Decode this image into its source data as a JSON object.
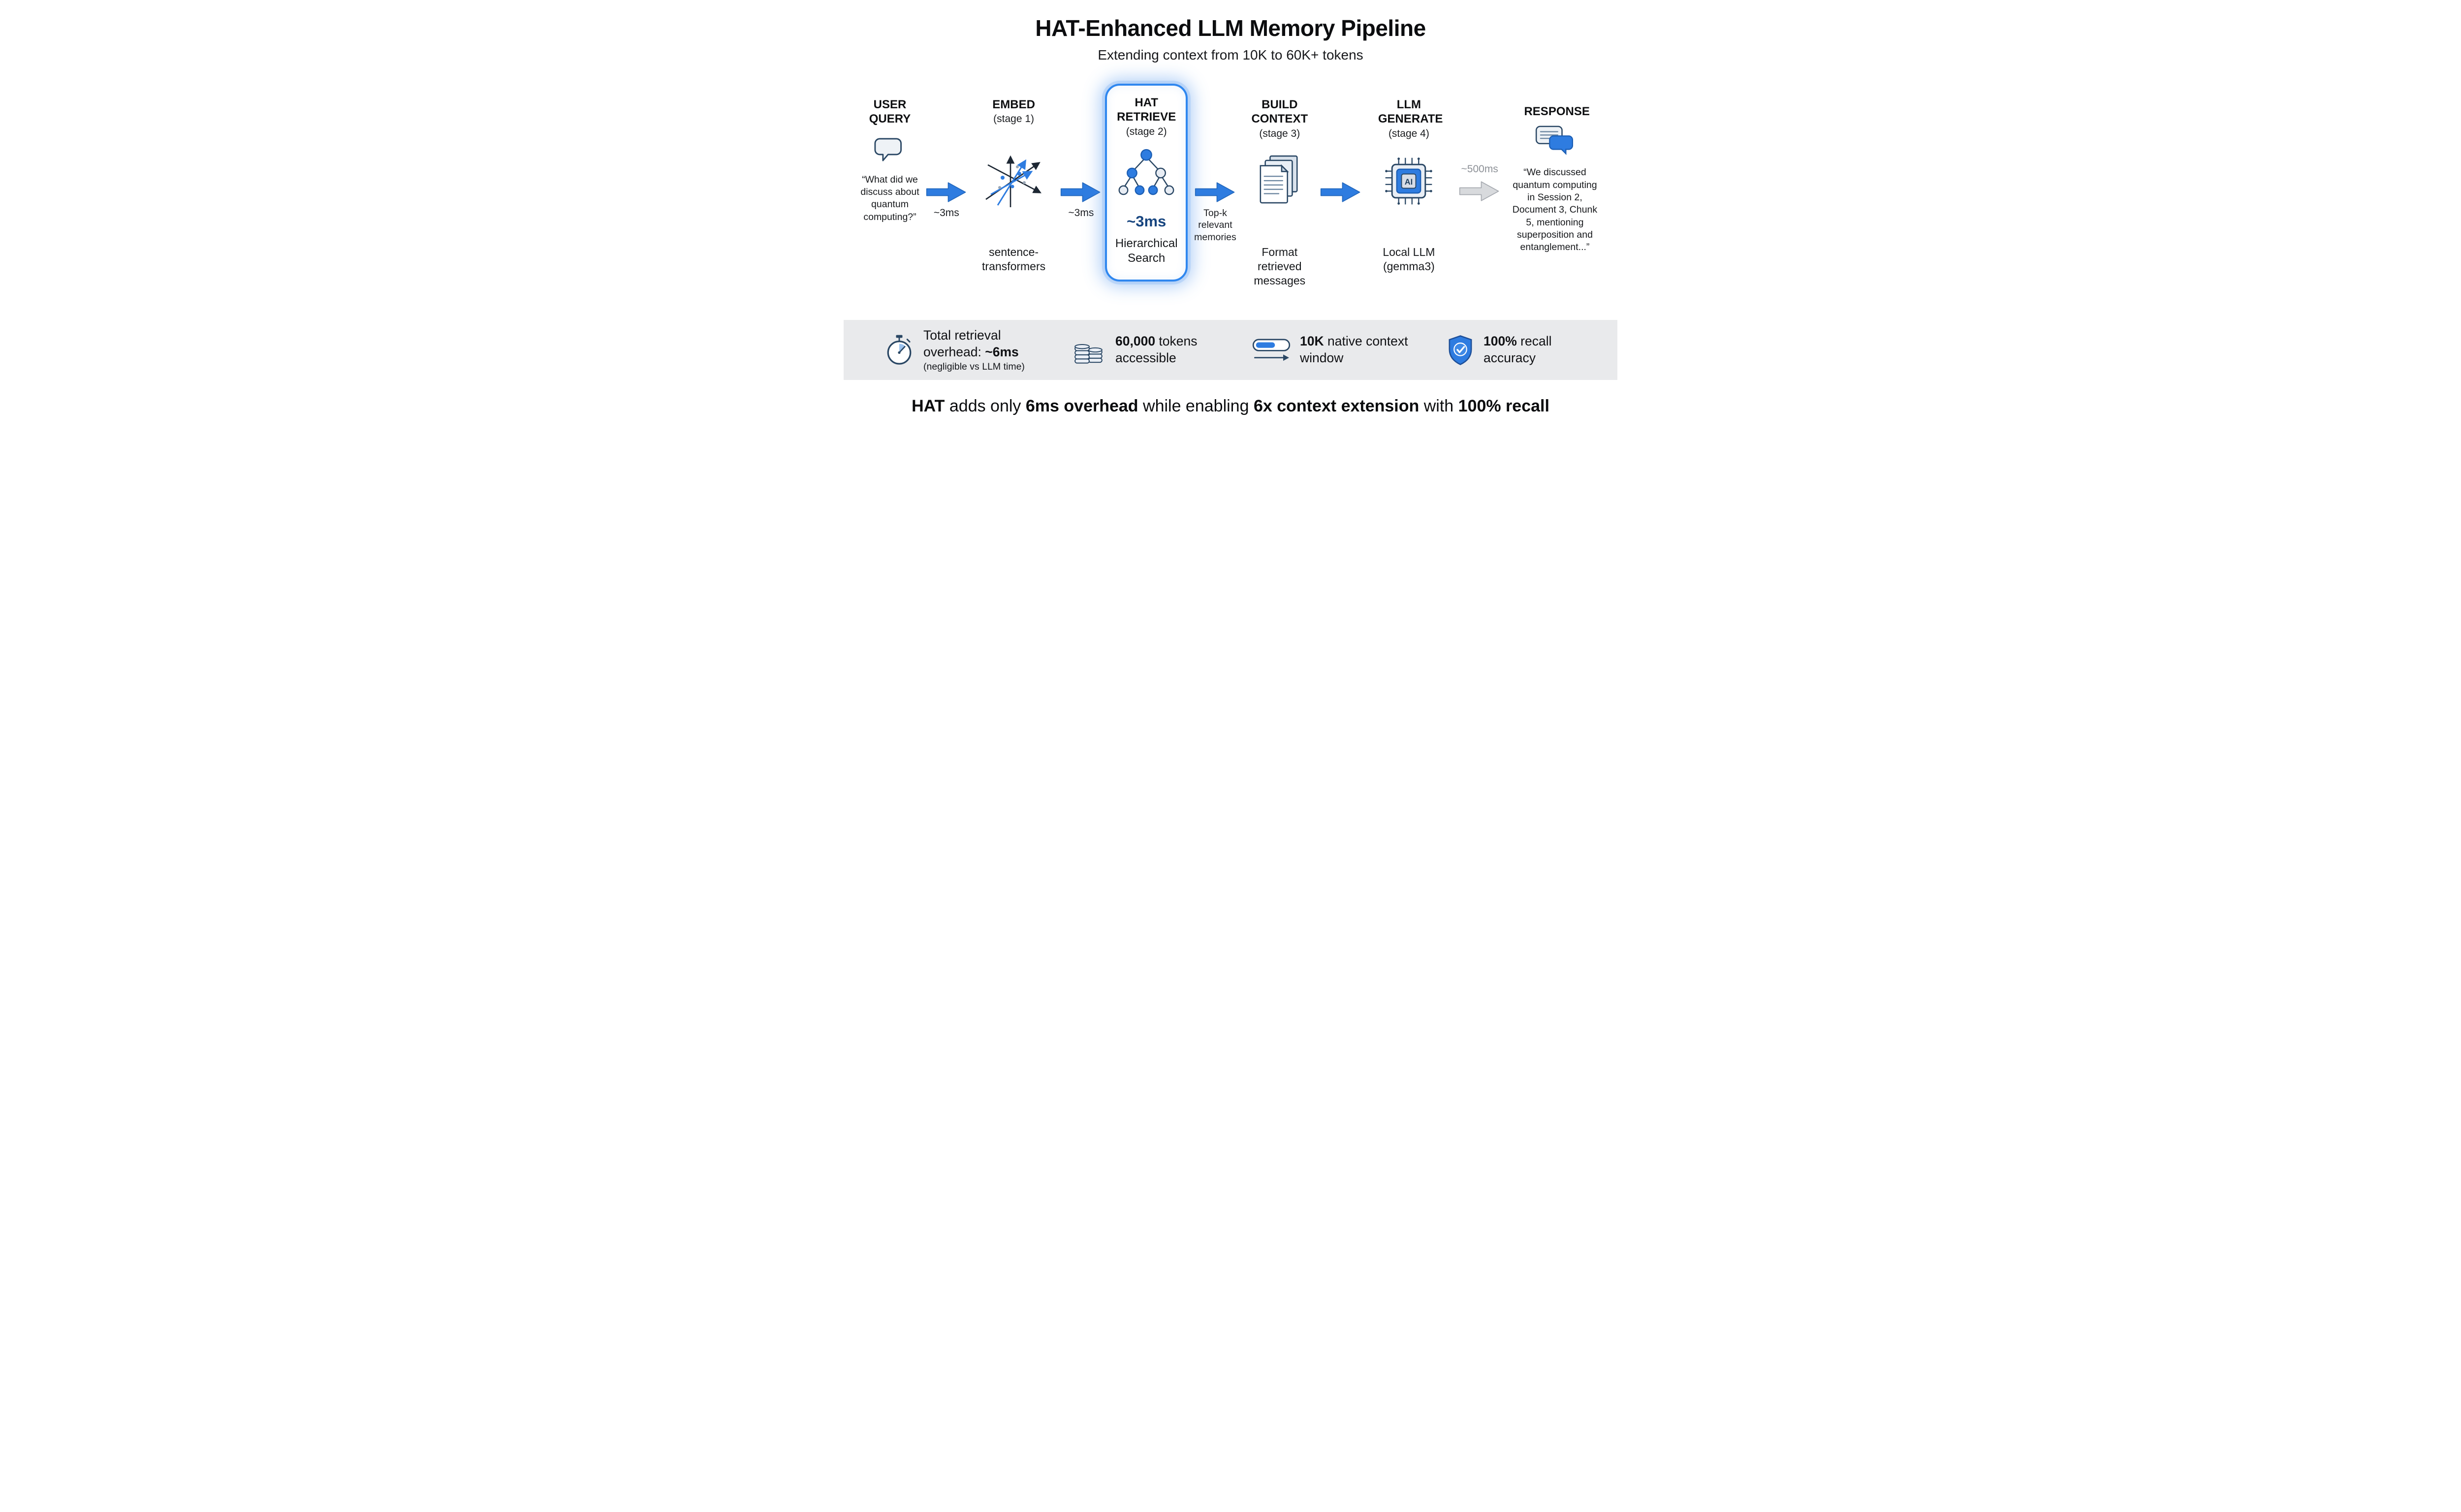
{
  "header": {
    "title": "HAT-Enhanced LLM Memory Pipeline",
    "subtitle": "Extending context from 10K to 60K+ tokens"
  },
  "pipeline": {
    "stages": [
      {
        "name": "USER QUERY",
        "icon": "speech-bubble-icon",
        "caption": "“What did we discuss about quantum computing?”"
      },
      {
        "name": "EMBED",
        "stage_label": "(stage 1)",
        "icon": "vector-embedding-icon",
        "sub": "sentence-transformers"
      },
      {
        "name": "HAT RETRIEVE",
        "stage_label": "(stage 2)",
        "icon": "hierarchy-tree-icon",
        "timing": "~3ms",
        "sub": "Hierarchical Search",
        "highlighted": true
      },
      {
        "name": "BUILD CONTEXT",
        "stage_label": "(stage 3)",
        "icon": "documents-icon",
        "sub": "Format retrieved messages"
      },
      {
        "name": "LLM GENERATE",
        "stage_label": "(stage 4)",
        "icon": "ai-chip-icon",
        "sub": "Local LLM (gemma3)"
      },
      {
        "name": "RESPONSE",
        "icon": "chat-bubbles-icon",
        "caption": "“We discussed quantum computing in Session 2, Document 3, Chunk 5, mentioning superposition and entanglement...”"
      }
    ],
    "arrows": [
      {
        "label": "~3ms",
        "label_position": "below",
        "color": "blue"
      },
      {
        "label": "~3ms",
        "label_position": "below",
        "color": "blue"
      },
      {
        "label": "Top-k relevant memories",
        "label_position": "below",
        "color": "blue"
      },
      {
        "label": "",
        "label_position": "none",
        "color": "blue"
      },
      {
        "label": "~500ms",
        "label_position": "above",
        "color": "gray"
      }
    ]
  },
  "stats": {
    "items": [
      {
        "icon": "stopwatch-icon",
        "prefix": "Total retrieval overhead: ",
        "bold": "~6ms",
        "note": "(negligible vs LLM time)"
      },
      {
        "icon": "token-stack-icon",
        "bold": "60,000",
        "rest": " tokens accessible"
      },
      {
        "icon": "context-window-icon",
        "bold": "10K",
        "rest": " native context window"
      },
      {
        "icon": "shield-check-icon",
        "bold": "100%",
        "rest": " recall accuracy"
      }
    ]
  },
  "footer": {
    "parts": [
      {
        "text": "HAT",
        "bold": true
      },
      {
        "text": " adds only ",
        "bold": false
      },
      {
        "text": "6ms overhead",
        "bold": true
      },
      {
        "text": " while enabling ",
        "bold": false
      },
      {
        "text": "6x context extension",
        "bold": true
      },
      {
        "text": " with ",
        "bold": false
      },
      {
        "text": "100% recall",
        "bold": true
      }
    ]
  },
  "colors": {
    "accent_blue": "#2e7ce0",
    "icon_navy": "#2a4764",
    "highlight_border": "#2f87ef",
    "stats_background": "#e9eaec",
    "gray_arrow": "#d8dadd",
    "timing_text": "#17457f"
  }
}
